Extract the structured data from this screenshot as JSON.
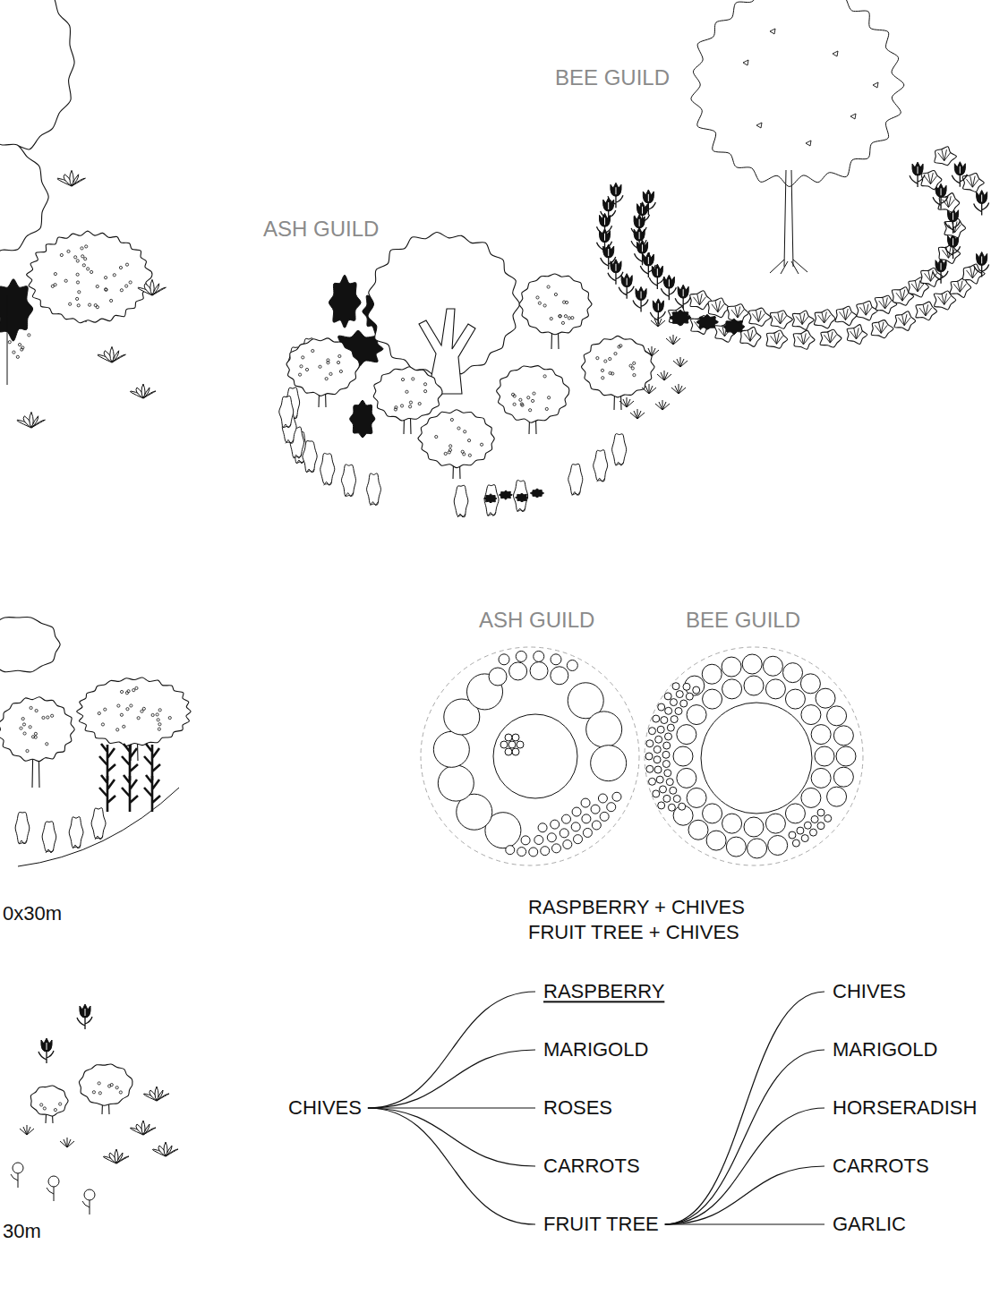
{
  "diagram": {
    "nodes": [
      {
        "text": [
          "CHIVES"
        ]
      },
      {
        "text": [
          "RASPBERRY"
        ]
      },
      {
        "text": [
          "MARIGOLD"
        ]
      },
      {
        "text": [
          "ROSES"
        ]
      },
      {
        "text": [
          "CARROTS"
        ]
      },
      {
        "text": [
          "FRUIT TREE"
        ]
      },
      {
        "text": [
          "CHIVES"
        ]
      },
      {
        "text": [
          "MARIGOLD"
        ]
      },
      {
        "text": [
          "HORSERADISH"
        ]
      },
      {
        "text": [
          "CARROTS"
        ]
      },
      {
        "text": [
          "GARLIC"
        ]
      }
    ],
    "edges": [
      {
        "from": 0,
        "to": 1,
        "arrow": "none"
      },
      {
        "from": 0,
        "to": 2,
        "arrow": "none"
      },
      {
        "from": 0,
        "to": 3,
        "arrow": "none"
      },
      {
        "from": 0,
        "to": 4,
        "arrow": "none"
      },
      {
        "from": 0,
        "to": 5,
        "arrow": "none"
      },
      {
        "from": 5,
        "to": 6,
        "arrow": "none"
      },
      {
        "from": 5,
        "to": 7,
        "arrow": "none"
      },
      {
        "from": 5,
        "to": 8,
        "arrow": "none"
      },
      {
        "from": 5,
        "to": 9,
        "arrow": "none"
      },
      {
        "from": 5,
        "to": 10,
        "arrow": "none"
      }
    ],
    "labels": [
      "BEE GUILD",
      "ASH GUILD",
      "0x30m",
      "30m",
      "ASH GUILD",
      "BEE GUILD",
      "RASPBERRY + CHIVES",
      "FRUIT TREE + CHIVES"
    ]
  }
}
